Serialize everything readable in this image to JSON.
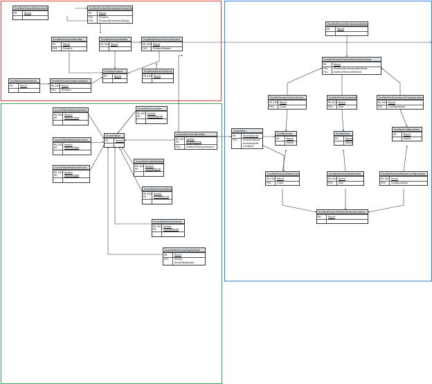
{
  "regions": [
    {
      "id": "product",
      "color": "#e23a3a"
    },
    {
      "id": "inventory",
      "color": "#3aa35a"
    },
    {
      "id": "dimension",
      "color": "#2f7fd6"
    }
  ],
  "entities": [
    {
      "id": "e1",
      "name": "EcoResProductDimensionGroup",
      "sections": [
        {
          "keys": "PK",
          "fields": [
            {
              "t": "RecId",
              "pk": true
            }
          ]
        },
        {
          "keys": "",
          "fields": []
        }
      ]
    },
    {
      "id": "e2",
      "name": "EcoResProductDimensionGroupProduct",
      "sections": [
        {
          "keys": "PK",
          "fields": [
            {
              "t": "RecId",
              "pk": true
            }
          ]
        },
        {
          "keys": "FK1\nFK2",
          "fields": [
            {
              "t": "Product"
            },
            {
              "t": "ProductDimensionGroup"
            }
          ]
        }
      ]
    },
    {
      "id": "e3",
      "name": "EcoResProductIdentifier",
      "sections": [
        {
          "keys": "PK",
          "fields": [
            {
              "t": "RecId",
              "pk": true
            }
          ]
        },
        {
          "keys": "FK1",
          "fields": [
            {
              "t": "Product"
            }
          ]
        }
      ]
    },
    {
      "id": "e4",
      "name": "EcoResProductMaster",
      "sections": [
        {
          "keys": "PK,FK1",
          "fields": [
            {
              "t": "RecId",
              "pk": true
            }
          ]
        },
        {
          "keys": "",
          "fields": []
        }
      ]
    },
    {
      "id": "e5",
      "name": "EcoResDistinctProductVariant",
      "sections": [
        {
          "keys": "PK,FK2",
          "fields": [
            {
              "t": "RecId",
              "pk": true
            }
          ]
        },
        {
          "keys": "FK1",
          "fields": [
            {
              "t": "ProductMaster"
            }
          ]
        }
      ]
    },
    {
      "id": "e6",
      "name": "EcoResProduct",
      "sections": [
        {
          "keys": "PK",
          "fields": [
            {
              "t": "RecId",
              "pk": true
            }
          ]
        },
        {
          "keys": "",
          "fields": []
        }
      ]
    },
    {
      "id": "e7",
      "name": "EcoResDistinctProduct",
      "sections": [
        {
          "keys": "PK,FK1",
          "fields": [
            {
              "t": "RecId",
              "pk": true
            }
          ]
        },
        {
          "keys": "",
          "fields": []
        }
      ]
    },
    {
      "id": "e8",
      "name": "EcoResInstanceValue",
      "sections": [
        {
          "keys": "PK",
          "fields": [
            {
              "t": "RecId",
              "pk": true
            }
          ]
        },
        {
          "keys": "",
          "fields": []
        }
      ]
    },
    {
      "id": "e9",
      "name": "EcoResProductInstanceValue",
      "sections": [
        {
          "keys": "PK,FK2",
          "fields": [
            {
              "t": "RecId",
              "pk": true
            }
          ]
        },
        {
          "keys": "FK1",
          "fields": [
            {
              "t": "Product"
            }
          ]
        }
      ]
    },
    {
      "id": "e10",
      "name": "EcoResProductDimensionAttribute",
      "sections": [
        {
          "keys": "PK",
          "fields": [
            {
              "t": "RecId",
              "pk": true
            }
          ]
        },
        {
          "keys": "",
          "fields": []
        }
      ]
    },
    {
      "id": "e11",
      "name": "EcoResProductVariantDimensionValue",
      "sections": [
        {
          "keys": "PK",
          "fields": [
            {
              "t": "RecId",
              "pk": true
            }
          ]
        },
        {
          "keys": "FK2\nFK1",
          "fields": [
            {
              "t": "ProductDimensionAttribute"
            },
            {
              "t": "DistinctProductVariant"
            }
          ]
        }
      ]
    },
    {
      "id": "e12",
      "name": "EcoResProductVariantColor",
      "sections": [
        {
          "keys": "PK,FK2",
          "fields": [
            {
              "t": "RecId",
              "pk": true
            }
          ]
        },
        {
          "keys": "FK1",
          "fields": [
            {
              "t": "Color"
            }
          ]
        }
      ]
    },
    {
      "id": "e13",
      "name": "EcoResProductVariantSize",
      "sections": [
        {
          "keys": "PK,FK2",
          "fields": [
            {
              "t": "RecId",
              "pk": true
            }
          ]
        },
        {
          "keys": "FK1",
          "fields": [
            {
              "t": "Size"
            }
          ]
        }
      ]
    },
    {
      "id": "e14",
      "name": "EcoResProductVariantConfiguration",
      "sections": [
        {
          "keys": "PK,FK2",
          "fields": [
            {
              "t": "RecId",
              "pk": true
            }
          ]
        },
        {
          "keys": "FK1",
          "fields": [
            {
              "t": "Configuration"
            }
          ]
        }
      ]
    },
    {
      "id": "e15",
      "name": "EcoResColor",
      "sections": [
        {
          "keys": "PK",
          "fields": [
            {
              "t": "RecId",
              "pk": true
            }
          ]
        },
        {
          "keys": "",
          "fields": [
            {
              "t": "Name"
            }
          ]
        }
      ]
    },
    {
      "id": "e16",
      "name": "EcoResSize",
      "sections": [
        {
          "keys": "PK",
          "fields": [
            {
              "t": "RecId",
              "pk": true
            }
          ]
        },
        {
          "keys": "",
          "fields": [
            {
              "t": "Name"
            }
          ]
        }
      ]
    },
    {
      "id": "e17",
      "name": "EcoResConfiguration",
      "sections": [
        {
          "keys": "PK",
          "fields": [
            {
              "t": "RecId",
              "pk": true
            }
          ]
        },
        {
          "keys": "",
          "fields": [
            {
              "t": "Name"
            }
          ]
        }
      ]
    },
    {
      "id": "e18",
      "name": "EcoResProductMasterColor",
      "sections": [
        {
          "keys": "PK,FK2",
          "fields": [
            {
              "t": "RecId",
              "pk": true
            }
          ]
        },
        {
          "keys": "FK1",
          "fields": [
            {
              "t": "Color"
            }
          ]
        }
      ]
    },
    {
      "id": "e19",
      "name": "EcoResProductMasterSize",
      "sections": [
        {
          "keys": "PK,FK2",
          "fields": [
            {
              "t": "RecId",
              "pk": true
            }
          ]
        },
        {
          "keys": "FK1",
          "fields": [
            {
              "t": "Size"
            }
          ]
        }
      ]
    },
    {
      "id": "e20",
      "name": "EcoResProductMasterConfiguration",
      "sections": [
        {
          "keys": "PK,FK2",
          "fields": [
            {
              "t": "RecId",
              "pk": true
            }
          ]
        },
        {
          "keys": "FK1",
          "fields": [
            {
              "t": "Configuration"
            }
          ]
        }
      ]
    },
    {
      "id": "e21",
      "name": "EcoResProductMasterDimensionValue",
      "sections": [
        {
          "keys": "PK",
          "fields": [
            {
              "t": "RecId",
              "pk": true
            }
          ]
        },
        {
          "keys": "",
          "fields": []
        }
      ]
    },
    {
      "id": "e22",
      "name": "InventDim",
      "sections": [
        {
          "keys": "PK",
          "fields": [
            {
              "t": "InventDimId",
              "pk": true
            }
          ]
        },
        {
          "keys": "FK1",
          "fields": [
            {
              "t": "InventColorId"
            },
            {
              "t": "InventSizeId"
            },
            {
              "t": "ConfigId"
            }
          ]
        }
      ]
    },
    {
      "id": "e23",
      "name": "InventDimCombination",
      "sections": [
        {
          "keys": "PK,FK1\nPK",
          "fields": [
            {
              "t": "ItemId",
              "pk": true
            },
            {
              "t": "InventDimId",
              "pk": true
            }
          ]
        },
        {
          "keys": "FK2",
          "fields": [
            {
              "t": "DistinctProductVariant"
            }
          ]
        }
      ]
    },
    {
      "id": "e24",
      "name": "InventTable",
      "sections": [
        {
          "keys": "PK",
          "fields": [
            {
              "t": "ItemId",
              "pk": true
            }
          ]
        },
        {
          "keys": "",
          "fields": []
        }
      ]
    },
    {
      "id": "e25",
      "name": "InventTableModule(Sales)",
      "sections": [
        {
          "keys": "PK,FK1\nPK",
          "fields": [
            {
              "t": "ItemId",
              "pk": true
            },
            {
              "t": "ModuleType",
              "pk": true
            }
          ]
        },
        {
          "keys": "",
          "fields": []
        }
      ]
    },
    {
      "id": "e26",
      "name": "InventTableModule(Invent)",
      "sections": [
        {
          "keys": "PK,FK1\nPK",
          "fields": [
            {
              "t": "ItemId",
              "pk": true
            },
            {
              "t": "ModuleType",
              "pk": true
            }
          ]
        },
        {
          "keys": "",
          "fields": []
        }
      ]
    },
    {
      "id": "e27",
      "name": "InventTableModule(Purch)",
      "sections": [
        {
          "keys": "PK,FK1\nPK",
          "fields": [
            {
              "t": "ItemId",
              "pk": true
            },
            {
              "t": "ModuleType",
              "pk": true
            }
          ]
        },
        {
          "keys": "",
          "fields": []
        }
      ]
    },
    {
      "id": "e28",
      "name": "InventItemLocation",
      "sections": [
        {
          "keys": "PK,FK1\nPK",
          "fields": [
            {
              "t": "ItemId",
              "pk": true
            },
            {
              "t": "InventDimId",
              "pk": true
            }
          ]
        },
        {
          "keys": "",
          "fields": []
        }
      ]
    },
    {
      "id": "e29",
      "name": "InventItemSalesSetup",
      "sections": [
        {
          "keys": "PK,FK1\nPK",
          "fields": [
            {
              "t": "ItemId",
              "pk": true
            },
            {
              "t": "InventDimId",
              "pk": true
            }
          ]
        },
        {
          "keys": "",
          "fields": []
        }
      ]
    },
    {
      "id": "e30",
      "name": "InventItemInventSetup",
      "sections": [
        {
          "keys": "PK,FK1\nPK",
          "fields": [
            {
              "t": "ItemId",
              "pk": true
            },
            {
              "t": "InventDimId",
              "pk": true
            }
          ]
        },
        {
          "keys": "",
          "fields": []
        }
      ]
    },
    {
      "id": "e31",
      "name": "InventItemPurchSetup",
      "sections": [
        {
          "keys": "PK,FK1\nPK",
          "fields": [
            {
              "t": "ItemId",
              "pk": true
            },
            {
              "t": "InventDimId",
              "pk": true
            }
          ]
        },
        {
          "keys": "",
          "fields": []
        }
      ]
    },
    {
      "id": "e32",
      "name": "InventItemGroupSupplyType",
      "sections": [
        {
          "keys": "PK",
          "fields": [
            {
              "t": "RecId",
              "pk": true
            }
          ]
        },
        {
          "keys": "FK1",
          "fields": [
            {
              "t": "ItemId"
            },
            {
              "t": "ItemDataAreaId"
            }
          ]
        }
      ]
    }
  ]
}
